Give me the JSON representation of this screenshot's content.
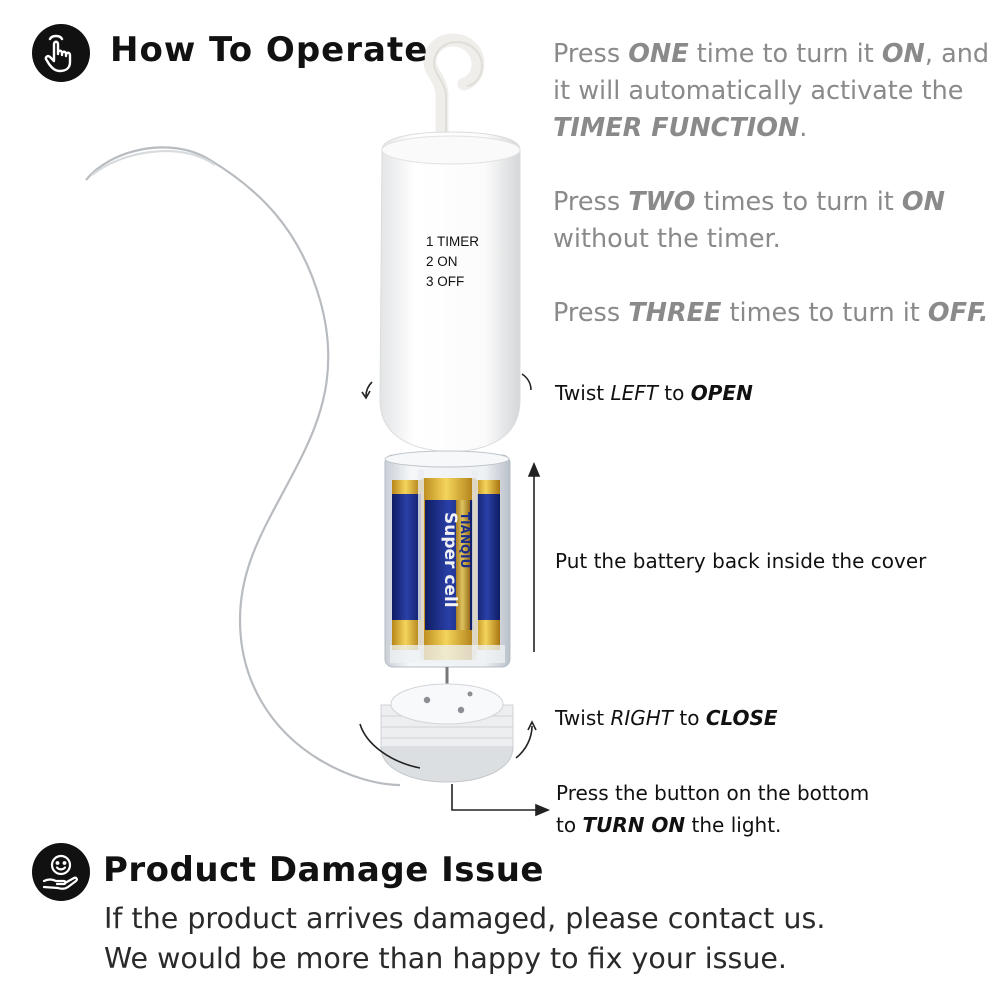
{
  "operate": {
    "title": "How To Operate",
    "icon": "touch-hand-icon",
    "instructions": [
      {
        "pre": "Press ",
        "em1": "ONE",
        "mid": " time to turn it ",
        "em2": "ON",
        "post": ", and it will automatically activate the ",
        "em3": "TIMER FUNCTION",
        "end": "."
      },
      {
        "pre": "Press ",
        "em1": "TWO",
        "mid": " times to turn it ",
        "em2": "ON",
        "post": " without the timer."
      },
      {
        "pre": "Press ",
        "em1": "THREE",
        "mid": " times to turn it ",
        "em2": "OFF."
      }
    ]
  },
  "device": {
    "button_labels": [
      "1 TIMER",
      "2 ON",
      "3 OFF"
    ],
    "battery_brand_1": "TIANQIU",
    "battery_brand_2": "Super cell"
  },
  "steps": {
    "twist_left": {
      "pre": "Twist ",
      "dir": "LEFT",
      "mid": " to ",
      "action": "OPEN"
    },
    "put_battery": "Put the battery back inside the cover",
    "twist_right": {
      "pre": "Twist ",
      "dir": "RIGHT",
      "mid": " to ",
      "action": "CLOSE"
    },
    "press_button": {
      "line1": "Press the button on the bottom",
      "pre2": "to ",
      "action": "TURN ON",
      "post2": " the light."
    }
  },
  "damage": {
    "title": "Product Damage Issue",
    "icon": "smile-hand-icon",
    "line1": "If the product arrives damaged, please contact us.",
    "line2": "We would be more than happy to fix your issue."
  },
  "colors": {
    "heading": "#111111",
    "instruction_text": "#8a8a8a",
    "battery_blue": "#1a2e8c",
    "battery_gold": "#d9a81e"
  }
}
